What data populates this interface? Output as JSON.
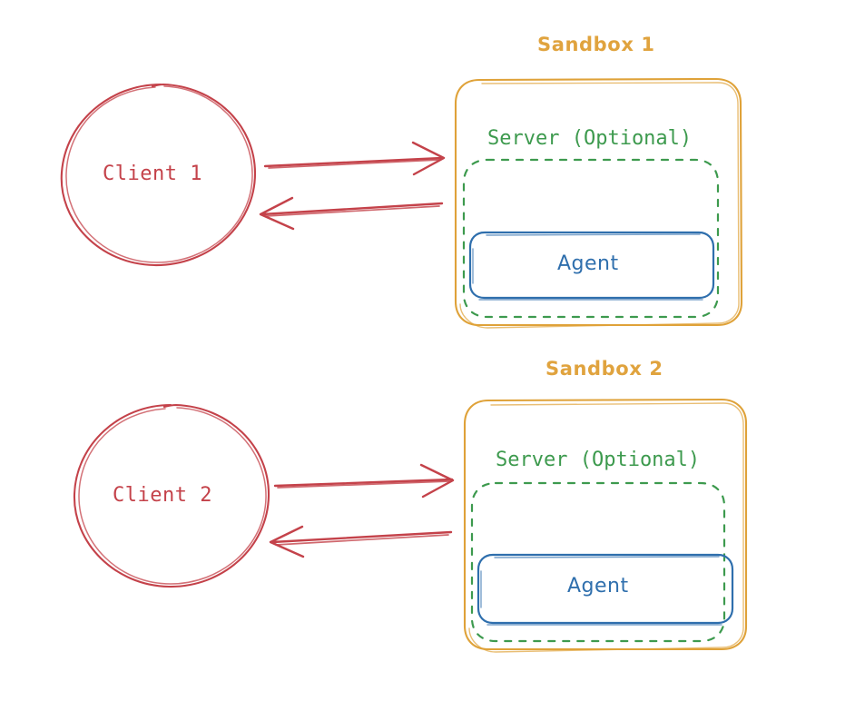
{
  "diagram": {
    "title": "Client-Sandbox-Agent architecture",
    "style": "hand-drawn sketch",
    "background_color": "#ffffff",
    "colors": {
      "client": "#c4424a",
      "arrow": "#c4424a",
      "sandbox": "#dfa239",
      "server": "#3d9a4e",
      "agent": "#2f6fad"
    },
    "groups": [
      {
        "id": "group-1",
        "client": {
          "label": "Client 1"
        },
        "sandbox": {
          "title": "Sandbox 1",
          "server": {
            "label": "Server (Optional)"
          },
          "agent": {
            "label": "Agent"
          }
        },
        "arrows": [
          {
            "name": "client-to-sandbox",
            "direction": "right"
          },
          {
            "name": "sandbox-to-client",
            "direction": "left"
          }
        ]
      },
      {
        "id": "group-2",
        "client": {
          "label": "Client 2"
        },
        "sandbox": {
          "title": "Sandbox 2",
          "server": {
            "label": "Server (Optional)"
          },
          "agent": {
            "label": "Agent"
          }
        },
        "arrows": [
          {
            "name": "client-to-sandbox",
            "direction": "right"
          },
          {
            "name": "sandbox-to-client",
            "direction": "left"
          }
        ]
      }
    ]
  }
}
